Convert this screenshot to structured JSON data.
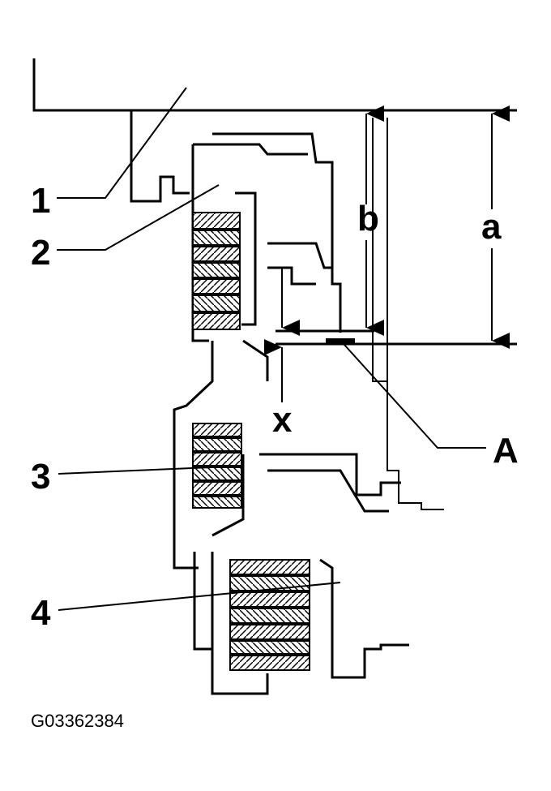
{
  "callouts": {
    "c1": "1",
    "c2": "2",
    "c3": "3",
    "c4": "4",
    "cA": "A"
  },
  "dimensions": {
    "a": "a",
    "b": "b",
    "x": "x"
  },
  "figure_code": "G03362384"
}
